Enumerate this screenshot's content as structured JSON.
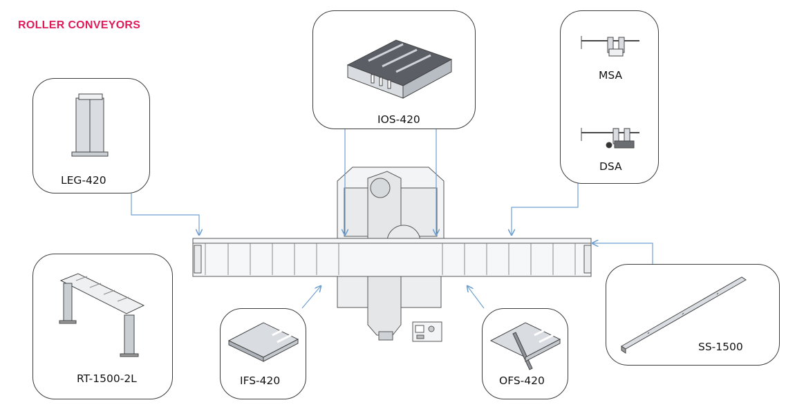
{
  "header": {
    "title": "ROLLER CONVEYORS",
    "title_color": "#e0195a"
  },
  "colors": {
    "arrow": "#6f9fd0",
    "outline": "#3a3a3a",
    "part_fill": "#d9dde2"
  },
  "accessories": [
    {
      "id": "leg",
      "label": "LEG-420"
    },
    {
      "id": "ios",
      "label": "IOS-420"
    },
    {
      "id": "msa",
      "label": "MSA"
    },
    {
      "id": "dsa",
      "label": "DSA"
    },
    {
      "id": "rt",
      "label": "RT-1500-2L"
    },
    {
      "id": "ifs",
      "label": "IFS-420"
    },
    {
      "id": "ofs",
      "label": "OFS-420"
    },
    {
      "id": "ss",
      "label": "SS-1500"
    }
  ]
}
